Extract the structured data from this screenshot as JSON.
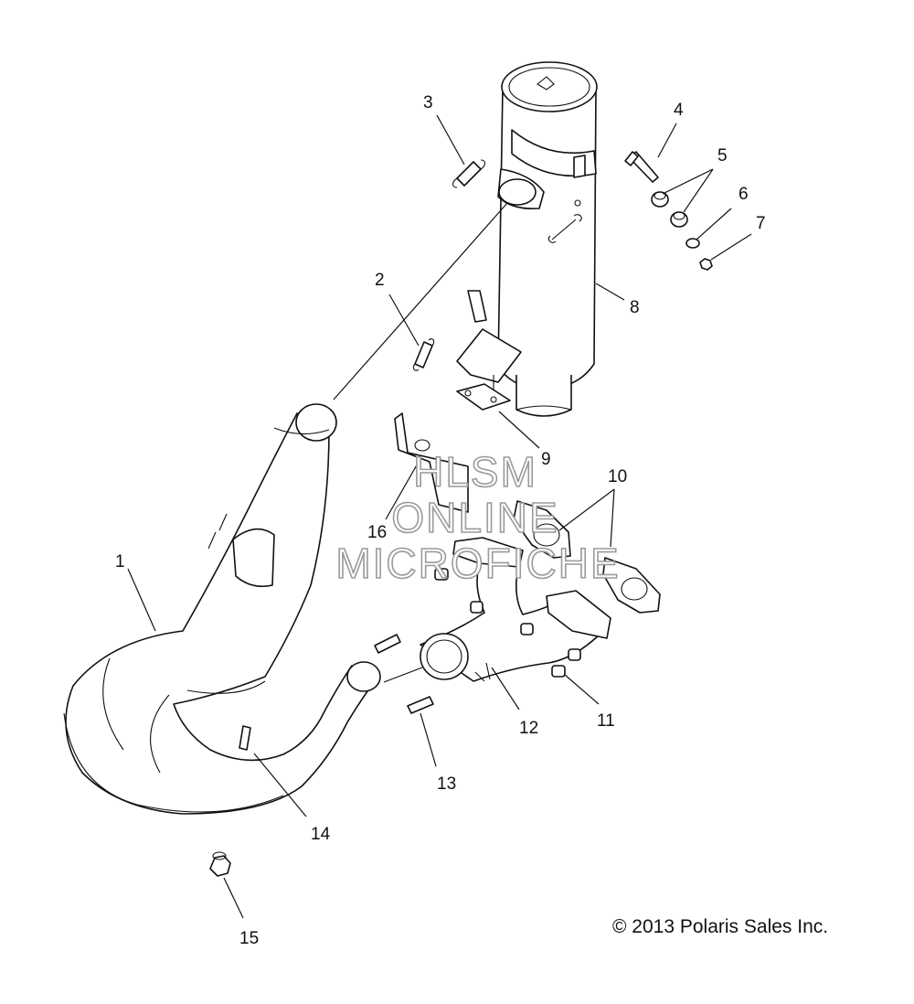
{
  "diagram": {
    "callouts": [
      {
        "id": "1",
        "label": "1"
      },
      {
        "id": "2",
        "label": "2"
      },
      {
        "id": "3",
        "label": "3"
      },
      {
        "id": "4",
        "label": "4"
      },
      {
        "id": "5",
        "label": "5"
      },
      {
        "id": "6",
        "label": "6"
      },
      {
        "id": "7",
        "label": "7"
      },
      {
        "id": "8",
        "label": "8"
      },
      {
        "id": "9",
        "label": "9"
      },
      {
        "id": "10",
        "label": "10"
      },
      {
        "id": "11",
        "label": "11"
      },
      {
        "id": "12",
        "label": "12"
      },
      {
        "id": "13",
        "label": "13"
      },
      {
        "id": "14",
        "label": "14"
      },
      {
        "id": "15",
        "label": "15"
      },
      {
        "id": "16",
        "label": "16"
      }
    ],
    "watermark": [
      "HLSM",
      "ONLINE",
      "MICROFICHE"
    ],
    "copyright": "© 2013 Polaris Sales Inc."
  }
}
